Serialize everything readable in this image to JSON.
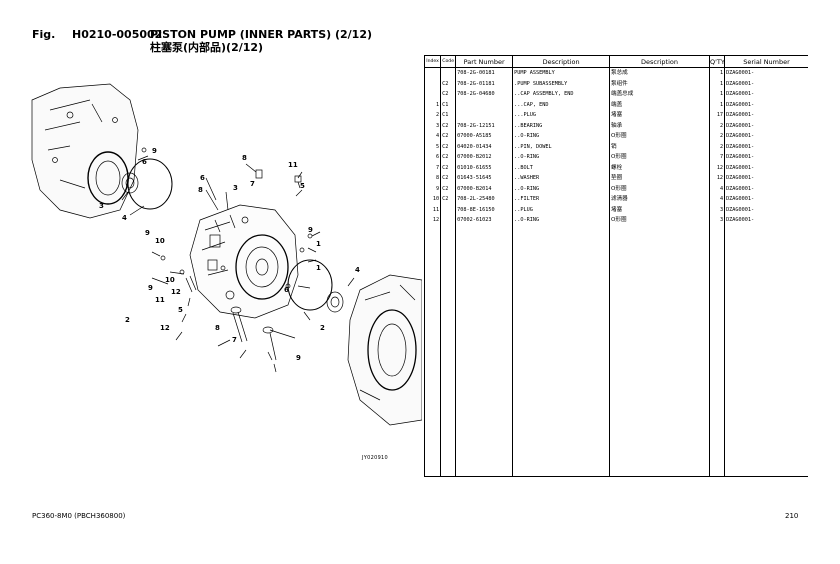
{
  "header": {
    "fig_label": "Fig.",
    "fig_code": "H0210-005002",
    "title": "PISTON PUMP (INNER PARTS) (2/12)",
    "title_cn": "柱塞泵(内部品)(2/12)"
  },
  "diagram": {
    "callouts": [
      "9",
      "6",
      "3",
      "4",
      "6",
      "8",
      "9",
      "10",
      "8",
      "3",
      "11",
      "5",
      "7",
      "9",
      "10",
      "2",
      "9",
      "1",
      "12",
      "11",
      "5",
      "8",
      "7",
      "1",
      "6",
      "12",
      "4",
      "2",
      "9"
    ],
    "figure_ref": "JY020910"
  },
  "table": {
    "headers": [
      "Index",
      "Code",
      "Part Number",
      "Description",
      "Description",
      "Q'TY",
      "Serial Number"
    ],
    "rows": [
      {
        "index": "",
        "code": "",
        "part": "708-2G-00181",
        "desc": "PUMP ASSEMBLY",
        "desc_cn": "泵总成",
        "qty": "1",
        "serial": "DZAG0001-"
      },
      {
        "index": "",
        "code": "C2",
        "part": "708-2G-01181",
        "desc": ".PUMP SUBASSEMBLY",
        "desc_cn": "泵组件",
        "qty": "1",
        "serial": "DZAG0001-"
      },
      {
        "index": "",
        "code": "C2",
        "part": "708-2G-04680",
        "desc": "..CAP ASSEMBLY, END",
        "desc_cn": "端盖总成",
        "qty": "1",
        "serial": "DZAG0001-"
      },
      {
        "index": "1",
        "code": "C1",
        "part": "",
        "desc": "...CAP, END",
        "desc_cn": "端盖",
        "qty": "1",
        "serial": "DZAG0001-"
      },
      {
        "index": "2",
        "code": "C1",
        "part": "",
        "desc": "...PLUG",
        "desc_cn": "堵塞",
        "qty": "17",
        "serial": "DZAG0001-"
      },
      {
        "index": "3",
        "code": "C2",
        "part": "708-2G-12151",
        "desc": "..BEARING",
        "desc_cn": "轴承",
        "qty": "2",
        "serial": "DZAG0001-"
      },
      {
        "index": "4",
        "code": "C2",
        "part": "07000-A5185",
        "desc": "..O-RING",
        "desc_cn": "O形圈",
        "qty": "2",
        "serial": "DZAG0001-"
      },
      {
        "index": "5",
        "code": "C2",
        "part": "04020-01434",
        "desc": "..PIN, DOWEL",
        "desc_cn": "销",
        "qty": "2",
        "serial": "DZAG0001-"
      },
      {
        "index": "6",
        "code": "C2",
        "part": "07000-B2012",
        "desc": "..O-RING",
        "desc_cn": "O形圈",
        "qty": "7",
        "serial": "DZAG0001-"
      },
      {
        "index": "7",
        "code": "C2",
        "part": "01010-61655",
        "desc": "..BOLT",
        "desc_cn": "螺栓",
        "qty": "12",
        "serial": "DZAG0001-"
      },
      {
        "index": "8",
        "code": "C2",
        "part": "01643-51645",
        "desc": "..WASHER",
        "desc_cn": "垫圈",
        "qty": "12",
        "serial": "DZAG0001-"
      },
      {
        "index": "9",
        "code": "C2",
        "part": "07000-B2014",
        "desc": "..O-RING",
        "desc_cn": "O形圈",
        "qty": "4",
        "serial": "DZAG0001-"
      },
      {
        "index": "10",
        "code": "C2",
        "part": "708-2L-25480",
        "desc": "..FILTER",
        "desc_cn": "滤清器",
        "qty": "4",
        "serial": "DZAG0001-"
      },
      {
        "index": "11",
        "code": "",
        "part": "708-8E-16150",
        "desc": "..PLUG",
        "desc_cn": "堵塞",
        "qty": "3",
        "serial": "DZAG0001-"
      },
      {
        "index": "12",
        "code": "",
        "part": "07002-61023",
        "desc": "..O-RING",
        "desc_cn": "O形圈",
        "qty": "3",
        "serial": "DZAG0001-"
      }
    ]
  },
  "footer": {
    "model": "PC360-8M0 (PBCH360800)",
    "page": "210"
  }
}
